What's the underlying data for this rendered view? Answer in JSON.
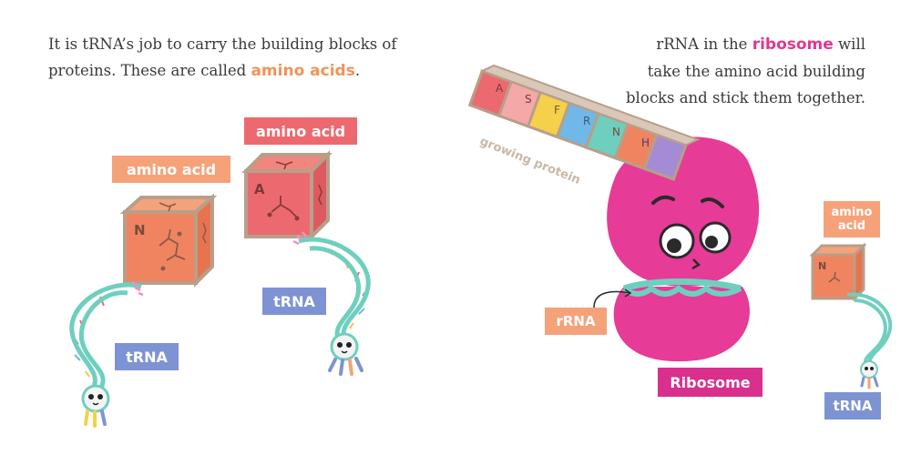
{
  "left_page": {
    "text_before": "It is tRNA’s job to carry the building blocks of proteins. These are called ",
    "highlight": "amino acids",
    "text_after": ".",
    "labels": {
      "amino_acid_1": "amino acid",
      "amino_acid_2": "amino acid",
      "trna_1": "tRNA",
      "trna_2": "tRNA"
    },
    "block_letters": {
      "block_1": "N",
      "block_2": "A"
    }
  },
  "right_page": {
    "text_before": "rRNA in the ",
    "highlight": "ribosome",
    "text_after": " will take the amino acid building blocks and stick them together.",
    "labels": {
      "growing_protein": "growing protein",
      "amino_acid": "amino acid",
      "rrna": "rRNA",
      "ribosome": "Ribosome",
      "trna": "tRNA"
    },
    "chain_letters": [
      "A",
      "S",
      "F",
      "R",
      "N",
      "H"
    ],
    "block_letter": "N"
  },
  "colors": {
    "orange_highlight": "#f2935a",
    "pink_highlight": "#e0378f",
    "ribosome": "#e63b97",
    "helix": "#6fcfbf",
    "label_blue": "#7e93d3",
    "label_peach": "#f5a27a",
    "label_coral": "#ec6a6f"
  }
}
